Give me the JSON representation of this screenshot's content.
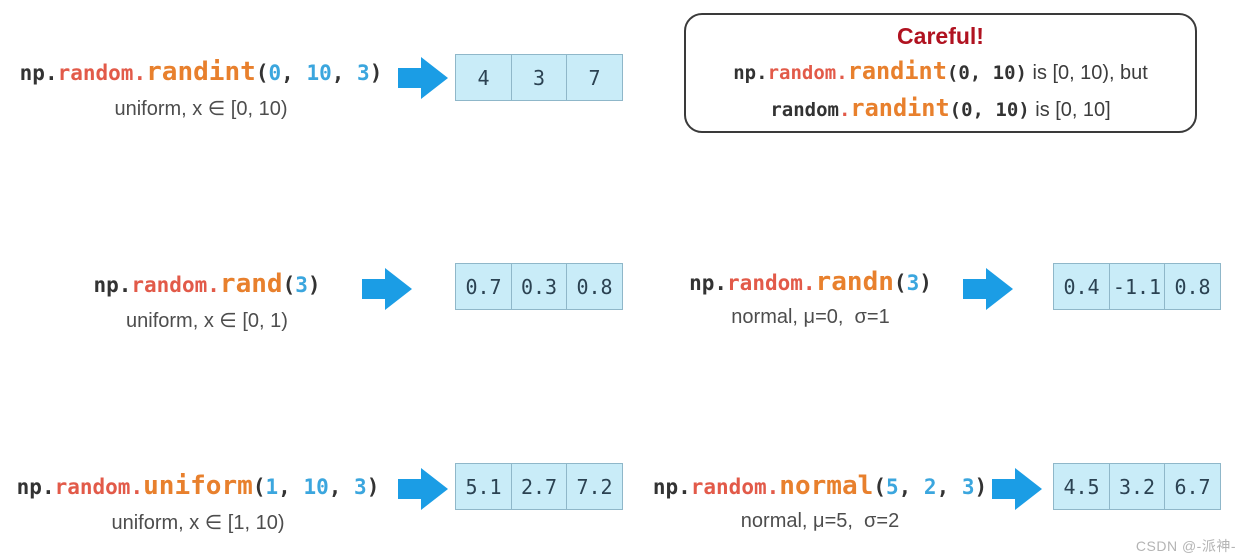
{
  "colors": {
    "background": "#ffffff",
    "arrow": "#1b9de5",
    "cell_bg": "#c9ecf8",
    "cell_border": "#8fb7c9",
    "cell_text": "#2b4252",
    "code_dark": "#333333",
    "code_module": "#e25a49",
    "code_fname": "#e8802d",
    "code_number": "#3ba6de",
    "subtitle_text": "#4d4d4d",
    "careful_title": "#b01220",
    "careful_border": "#3a3a3a",
    "watermark": "#b4b4b4"
  },
  "functions": [
    {
      "id": "randint",
      "code_tokens": [
        {
          "t": "np.",
          "c": "dark"
        },
        {
          "t": "random.",
          "c": "module"
        },
        {
          "t": "randint",
          "c": "fname"
        },
        {
          "t": "(",
          "c": "dark"
        },
        {
          "t": "0",
          "c": "num"
        },
        {
          "t": ", ",
          "c": "dark"
        },
        {
          "t": "10",
          "c": "num"
        },
        {
          "t": ", ",
          "c": "dark"
        },
        {
          "t": "3",
          "c": "num"
        },
        {
          "t": ")",
          "c": "dark"
        }
      ],
      "subtitle": "uniform, x ∈ [0, 10)",
      "result": [
        "4",
        "3",
        "7"
      ]
    },
    {
      "id": "rand",
      "code_tokens": [
        {
          "t": "np.",
          "c": "dark"
        },
        {
          "t": "random.",
          "c": "module"
        },
        {
          "t": "rand",
          "c": "fname"
        },
        {
          "t": "(",
          "c": "dark"
        },
        {
          "t": "3",
          "c": "num"
        },
        {
          "t": ")",
          "c": "dark"
        }
      ],
      "subtitle": "uniform, x ∈ [0, 1)",
      "result": [
        "0.7",
        "0.3",
        "0.8"
      ]
    },
    {
      "id": "randn",
      "code_tokens": [
        {
          "t": "np.",
          "c": "dark"
        },
        {
          "t": "random.",
          "c": "module"
        },
        {
          "t": "randn",
          "c": "fname"
        },
        {
          "t": "(",
          "c": "dark"
        },
        {
          "t": "3",
          "c": "num"
        },
        {
          "t": ")",
          "c": "dark"
        }
      ],
      "subtitle": "normal, μ=0,  σ=1",
      "result": [
        "0.4",
        "-1.1",
        "0.8"
      ]
    },
    {
      "id": "uniform",
      "code_tokens": [
        {
          "t": "np.",
          "c": "dark"
        },
        {
          "t": "random.",
          "c": "module"
        },
        {
          "t": "uniform",
          "c": "fname"
        },
        {
          "t": "(",
          "c": "dark"
        },
        {
          "t": "1",
          "c": "num"
        },
        {
          "t": ", ",
          "c": "dark"
        },
        {
          "t": "10",
          "c": "num"
        },
        {
          "t": ", ",
          "c": "dark"
        },
        {
          "t": "3",
          "c": "num"
        },
        {
          "t": ")",
          "c": "dark"
        }
      ],
      "subtitle": "uniform, x ∈ [1, 10)",
      "result": [
        "5.1",
        "2.7",
        "7.2"
      ]
    },
    {
      "id": "normal",
      "code_tokens": [
        {
          "t": "np.",
          "c": "dark"
        },
        {
          "t": "random.",
          "c": "module"
        },
        {
          "t": "normal",
          "c": "fname"
        },
        {
          "t": "(",
          "c": "dark"
        },
        {
          "t": "5",
          "c": "num"
        },
        {
          "t": ", ",
          "c": "dark"
        },
        {
          "t": "2",
          "c": "num"
        },
        {
          "t": ", ",
          "c": "dark"
        },
        {
          "t": "3",
          "c": "num"
        },
        {
          "t": ")",
          "c": "dark"
        }
      ],
      "subtitle": "normal, μ=5,  σ=2",
      "result": [
        "4.5",
        "3.2",
        "6.7"
      ]
    }
  ],
  "careful": {
    "title": "Careful!",
    "lines": [
      [
        {
          "t": "np.",
          "c": "dark"
        },
        {
          "t": "random.",
          "c": "module"
        },
        {
          "t": "randint",
          "c": "fname"
        },
        {
          "t": "(0, 10)",
          "c": "dark"
        },
        {
          "t": " is [0, 10), but",
          "c": "text"
        }
      ],
      [
        {
          "t": "random",
          "c": "dark"
        },
        {
          "t": ".",
          "c": "module"
        },
        {
          "t": "randint",
          "c": "fname"
        },
        {
          "t": "(0, 10)",
          "c": "dark"
        },
        {
          "t": " is [0, 10]",
          "c": "text"
        }
      ]
    ]
  },
  "watermark": "CSDN @-派神-"
}
